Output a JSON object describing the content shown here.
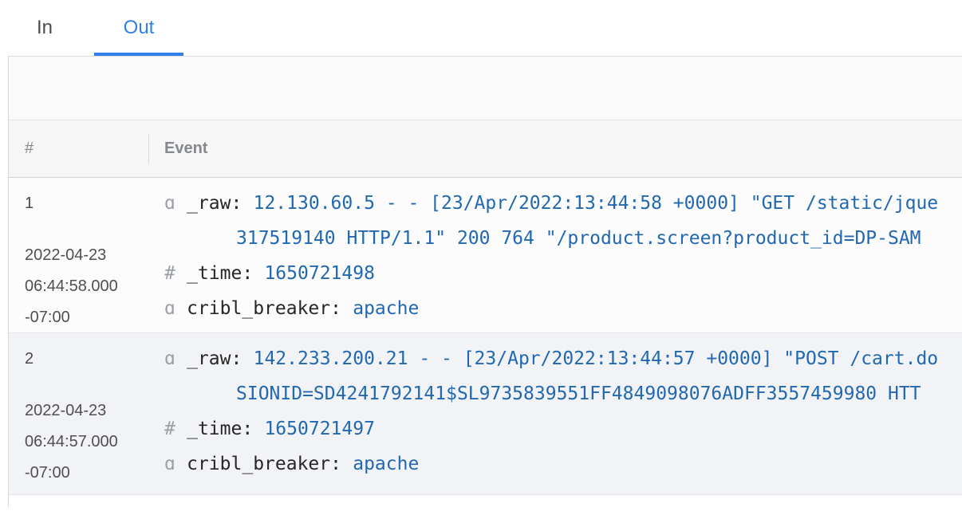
{
  "tabs": {
    "in_label": "In",
    "out_label": "Out"
  },
  "colors": {
    "tab_active": "#2f80ed",
    "value_blue": "#2268b1",
    "icon_gray": "#9aa0a6",
    "row_alt_bg": "#f1f3f6"
  },
  "icons": {
    "string_type": "ɑ",
    "number_type": "#"
  },
  "table": {
    "header": {
      "index": "#",
      "event": "Event"
    },
    "rows": [
      {
        "index": "1",
        "timestamp": {
          "date": "2022-04-23",
          "time": "06:44:58.000",
          "tz": "-07:00"
        },
        "fields": [
          {
            "name": "_raw:",
            "value": "12.130.60.5 - - [23/Apr/2022:13:44:58 +0000] \"GET /static/jque",
            "wrap": "317519140 HTTP/1.1\" 200 764 \"/product.screen?product_id=DP-SAM"
          },
          {
            "name": "_time:",
            "value": "1650721498"
          },
          {
            "name": "cribl_breaker:",
            "value": "apache"
          }
        ]
      },
      {
        "index": "2",
        "timestamp": {
          "date": "2022-04-23",
          "time": "06:44:57.000",
          "tz": "-07:00"
        },
        "fields": [
          {
            "name": "_raw:",
            "value": "142.233.200.21 - - [23/Apr/2022:13:44:57 +0000] \"POST /cart.do",
            "wrap": "SIONID=SD4241792141$SL9735839551FF4849098076ADFF3557459980 HTT"
          },
          {
            "name": "_time:",
            "value": "1650721497"
          },
          {
            "name": "cribl_breaker:",
            "value": "apache"
          }
        ]
      }
    ]
  }
}
